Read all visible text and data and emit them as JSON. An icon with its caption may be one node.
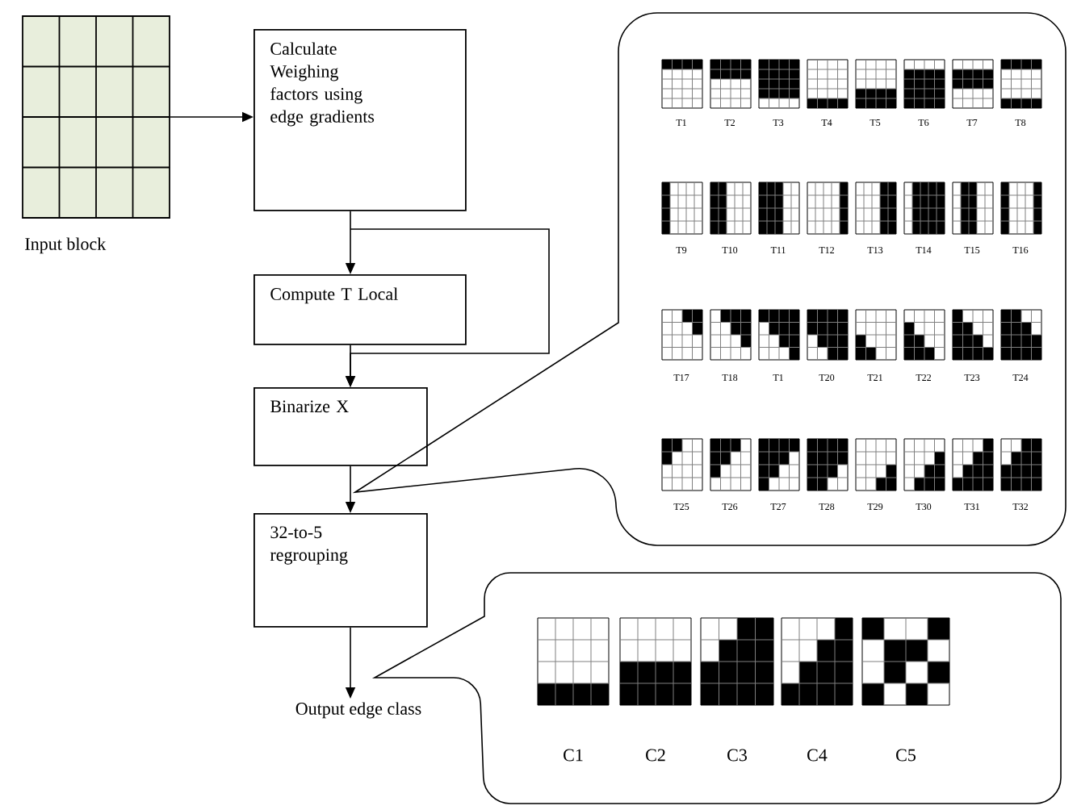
{
  "diagram": {
    "nodes": [
      {
        "text": [],
        "shape": "grid",
        "beside": [
          "Input block"
        ]
      },
      {
        "text": [
          "Calculate Weighing factors using edge gradients"
        ]
      },
      {
        "text": [
          "Compute T Local"
        ]
      },
      {
        "text": [
          "Binarize X"
        ]
      },
      {
        "text": [
          "32-to-5 regrouping"
        ]
      },
      {
        "text": [
          "Output edge class"
        ]
      },
      {
        "text": [],
        "shape": "callout"
      },
      {
        "text": [],
        "shape": "callout"
      }
    ],
    "edges": [
      {
        "from": 0,
        "to": 1,
        "arrow": "to"
      },
      {
        "from": 1,
        "to": 2,
        "arrow": "to"
      },
      {
        "from": 1,
        "to": 3,
        "arrow": "to"
      },
      {
        "from": 2,
        "to": 3,
        "arrow": "to"
      },
      {
        "from": 3,
        "to": 4,
        "arrow": "to"
      },
      {
        "from": 4,
        "to": 5,
        "arrow": "to"
      }
    ],
    "labels": [
      "T1",
      "T2",
      "T3",
      "T4",
      "T5",
      "T6",
      "T7",
      "T8",
      "T9",
      "T10",
      "T11",
      "T12",
      "T13",
      "T14",
      "T15",
      "T16",
      "T17",
      "T18",
      "T1",
      "T20",
      "T21",
      "T22",
      "T23",
      "T24",
      "T25",
      "T26",
      "T27",
      "T28",
      "T29",
      "T30",
      "T31",
      "T32",
      "C1",
      "C2",
      "C3",
      "C4",
      "C5"
    ]
  }
}
